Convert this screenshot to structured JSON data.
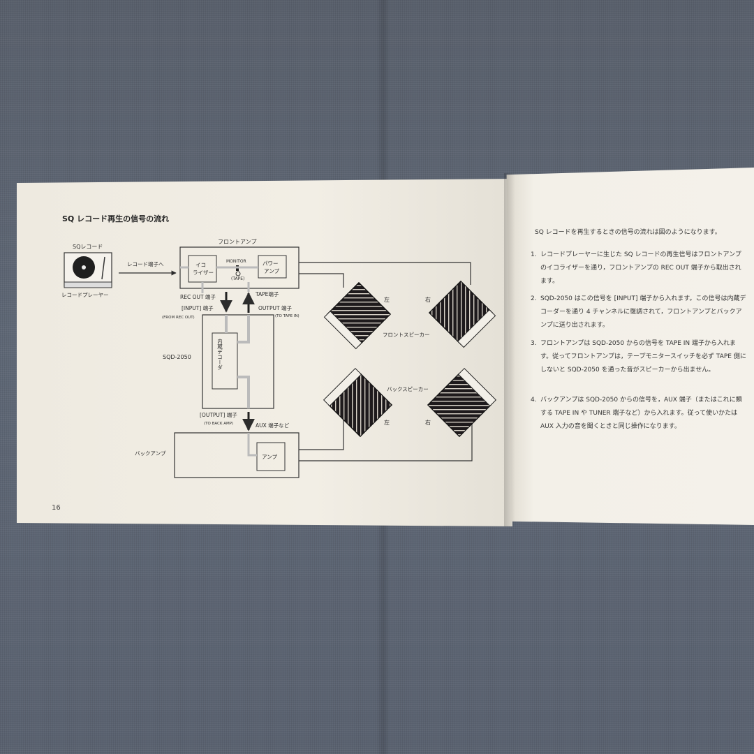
{
  "left_page": {
    "title": "SQ レコード再生の信号の流れ",
    "page_number": "16",
    "diagram": {
      "sq_record": "SQレコード",
      "record_player": "レコードプレーヤー",
      "record_terminal": "レコード端子へ",
      "front_amp": "フロントアンプ",
      "equalizer_1": "イコ",
      "equalizer_2": "ライザー",
      "monitor": "MONITOR",
      "tape_mark": "(TAPE)",
      "power_amp_1": "パワー",
      "power_amp_2": "アンプ",
      "rec_out": "REC OUT 端子",
      "tape_terminal": "TAPE端子",
      "input_terminal": "[INPUT] 端子",
      "from_rec_out": "(FROM REC OUT)",
      "output_terminal": "OUTPUT 端子",
      "to_tape_in": "(TO TAPE IN)",
      "sqd": "SQD-2050",
      "decoder": "内蔵デコーダ",
      "output_terminal_2": "[OUTPUT] 端子",
      "to_back_amp": "(TO BACK AMP)",
      "aux_terminal": "AUX 端子など",
      "back_amp": "バックアンプ",
      "amp": "アンプ",
      "left": "左",
      "right": "右",
      "front_speaker": "フロントスピーカー",
      "back_speaker": "バックスピーカー",
      "left_2": "左",
      "right_2": "右"
    }
  },
  "right_page": {
    "intro": "SQ レコードを再生するときの信号の流れは図のようになります。",
    "items": [
      {
        "num": "1.",
        "text": "レコードプレーヤーに生じた SQ レコードの再生信号はフロントアンプのイコライザーを通り，フロントアンプの REC OUT 端子から取出されます。"
      },
      {
        "num": "2.",
        "text": "SQD-2050 はこの信号を [INPUT] 端子から入れます。この信号は内蔵デコーダーを通り 4 チャンネルに復調されて，フロントアンプとバックアンプに送り出されます。"
      },
      {
        "num": "3.",
        "text": "フロントアンプは SQD-2050 からの信号を TAPE IN 端子から入れます。従ってフロントアンプは，テープモニタースイッチを必ず TAPE 側にしないと SQD-2050 を通った音がスピーカーから出ません。"
      },
      {
        "num": "4.",
        "text": "バックアンプは SQD-2050 からの信号を，AUX 端子（またはこれに類する TAPE IN や TUNER 端子など）から入れます。従って使いかたは AUX 入力の音を聞くときと同じ操作になります。"
      }
    ]
  },
  "colors": {
    "cloth": "#5c6675",
    "paper": "#efebe2",
    "ink": "#2c2c2c"
  }
}
